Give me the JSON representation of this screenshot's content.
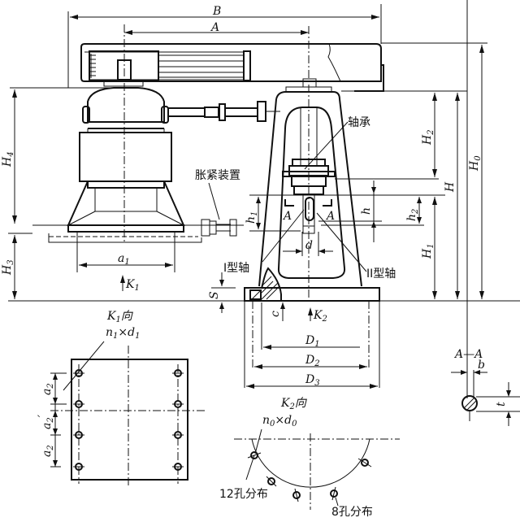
{
  "title": "Screw hoist / spiral lift engineering drawing",
  "dimensions": {
    "B": "B",
    "A": "A",
    "H0": "H",
    "H0_sub": "0",
    "H": "H",
    "H1": "H",
    "H1_sub": "1",
    "H2": "H",
    "H2_sub": "2",
    "H3": "H",
    "H3_sub": "3",
    "H4": "H",
    "H4_sub": "4",
    "h": "h",
    "h1": "h",
    "h1_sub": "1",
    "h2": "h",
    "h2_sub": "2",
    "a1": "a",
    "a1_sub": "1",
    "d": "d",
    "S": "S",
    "c": "c",
    "D1": "D",
    "D1_sub": "1",
    "D2": "D",
    "D2_sub": "2",
    "D3": "D",
    "D3_sub": "3",
    "a2": "a",
    "a2_sub": "2",
    "a2p_sub": "2",
    "a2p_prime": "′",
    "b": "b",
    "t": "t",
    "K1": "K",
    "K1_sub": "1",
    "K2": "K",
    "K2_sub": "2"
  },
  "labels": {
    "bearing": "轴承",
    "tensioner": "胀紧装置",
    "type1_shaft": "I型轴",
    "type2_shaft": "II型轴",
    "section_A_left": "A",
    "section_A_right": "A",
    "section_title": "A—A",
    "k1_view": "向",
    "k2_view": "向",
    "n1d1_n": "n",
    "n1d1_sub1": "1",
    "n1d1_x": "×",
    "n1d1_d": "d",
    "n1d1_sub2": "1",
    "n0d0_n": "n",
    "n0d0_sub1": "0",
    "n0d0_x": "×",
    "n0d0_d": "d",
    "n0d0_sub2": "0",
    "holes_12": "12孔分布",
    "holes_8": "8孔分布"
  }
}
